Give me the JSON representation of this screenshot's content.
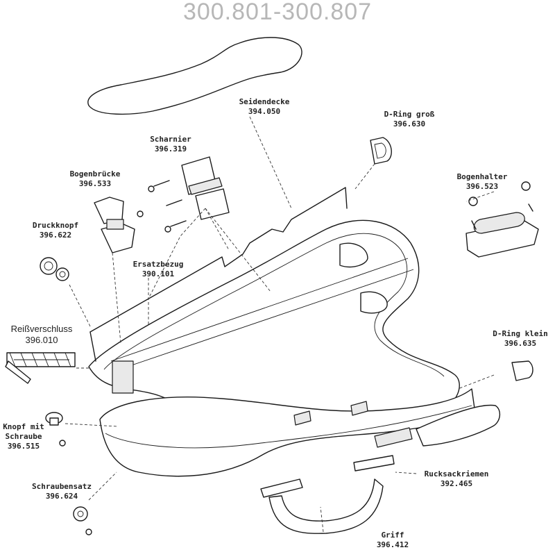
{
  "title": "300.801-300.807",
  "parts": [
    {
      "id": "seidendecke",
      "name": "Seidendecke",
      "code": "394.050"
    },
    {
      "id": "dring-gross",
      "name": "D-Ring groß",
      "code": "396.630"
    },
    {
      "id": "scharnier",
      "name": "Scharnier",
      "code": "396.319"
    },
    {
      "id": "bogenbruecke",
      "name": "Bogenbrücke",
      "code": "396.533"
    },
    {
      "id": "bogenhalter",
      "name": "Bogenhalter",
      "code": "396.523"
    },
    {
      "id": "druckknopf",
      "name": "Druckknopf",
      "code": "396.622"
    },
    {
      "id": "ersatzbezug",
      "name": "Ersatzbezug",
      "code": "390.101"
    },
    {
      "id": "reissverschluss",
      "name": "Reißverschluss",
      "code": "396.010"
    },
    {
      "id": "dring-klein",
      "name": "D-Ring klein",
      "code": "396.635"
    },
    {
      "id": "knopf",
      "name_line1": "Knopf mit",
      "name_line2": "Schraube",
      "code": "396.515"
    },
    {
      "id": "rucksackriemen",
      "name": "Rucksackriemen",
      "code": "392.465"
    },
    {
      "id": "schraubensatz",
      "name": "Schraubensatz",
      "code": "396.624"
    },
    {
      "id": "griff",
      "name": "Griff",
      "code": "396.412"
    }
  ]
}
